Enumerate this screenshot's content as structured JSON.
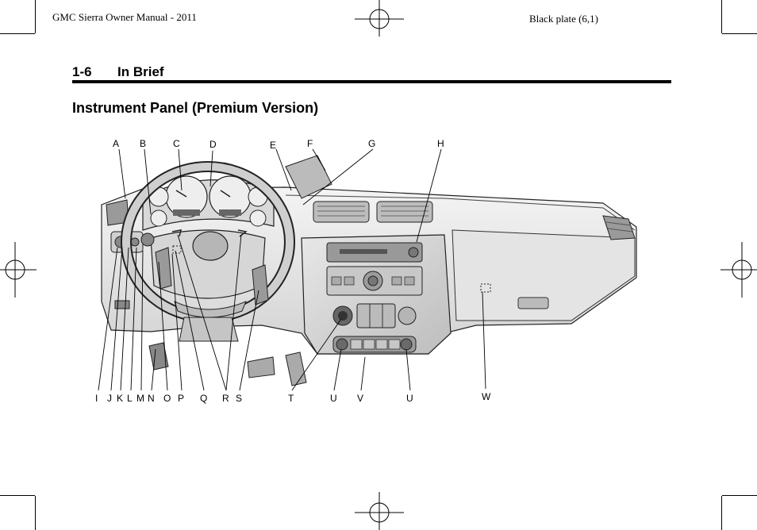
{
  "header": {
    "left": "GMC Sierra Owner Manual - 2011",
    "right": "Black plate (6,1)"
  },
  "section": {
    "number": "1-6",
    "name": "In Brief"
  },
  "title": "Instrument Panel (Premium Version)",
  "figure": {
    "callouts_top": [
      "A",
      "B",
      "C",
      "D",
      "E",
      "F",
      "G",
      "H"
    ],
    "callouts_bottom": [
      "I",
      "J",
      "K",
      "L",
      "M",
      "N",
      "O",
      "P",
      "Q",
      "R",
      "S",
      "T",
      "U",
      "V",
      "U",
      "W"
    ]
  }
}
